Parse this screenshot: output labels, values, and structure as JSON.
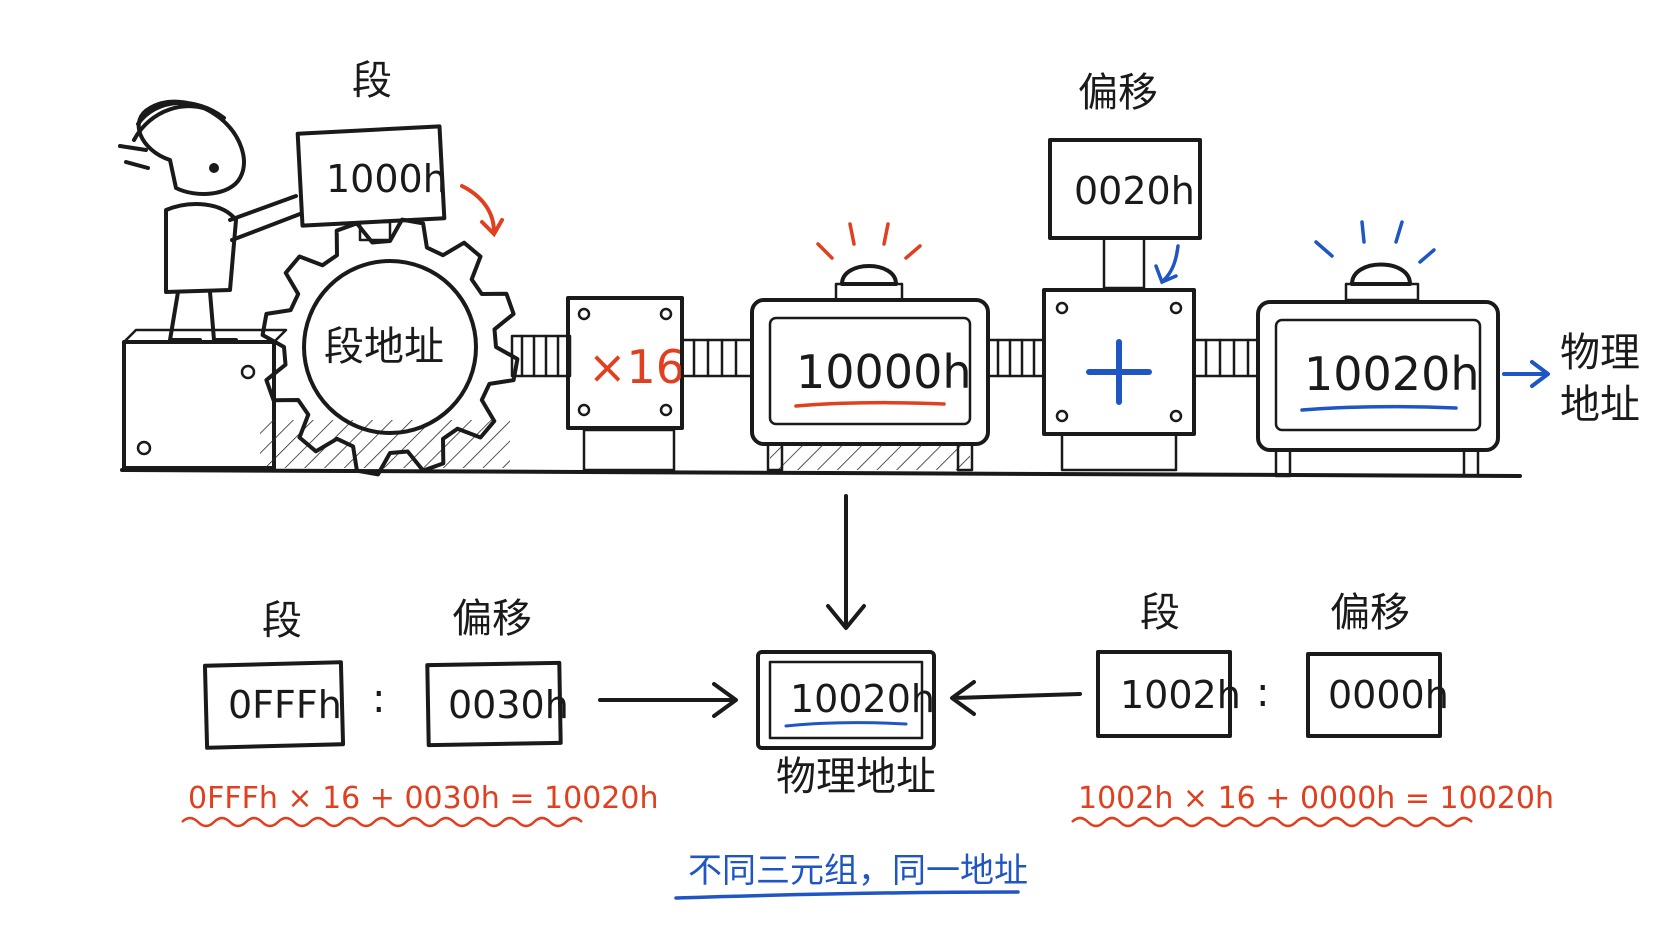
{
  "machine": {
    "segment_label": "段",
    "segment_value": "1000h",
    "gear_label": "段地址",
    "multiplier": "×16",
    "intermediate_value": "10000h",
    "offset_label": "偏移",
    "offset_value": "0020h",
    "adder_symbol": "+",
    "result_value": "10020h",
    "output_label_line1": "物理",
    "output_label_line2": "地址"
  },
  "left_example": {
    "segment_label": "段",
    "segment_value": "0FFFh",
    "separator": ":",
    "offset_label": "偏移",
    "offset_value": "0030h",
    "formula": "0FFFh × 16 + 0030h = 10020h"
  },
  "center_result": {
    "value": "10020h",
    "label": "物理地址"
  },
  "right_example": {
    "segment_label": "段",
    "segment_value": "1002h",
    "separator": ":",
    "offset_label": "偏移",
    "offset_value": "0000h",
    "formula": "1002h × 16 + 0000h = 10020h"
  },
  "conclusion": "不同三元组，同一地址",
  "colors": {
    "ink": "#1a1a1a",
    "red_accent": "#e0401f",
    "blue_accent": "#1f56c4"
  }
}
